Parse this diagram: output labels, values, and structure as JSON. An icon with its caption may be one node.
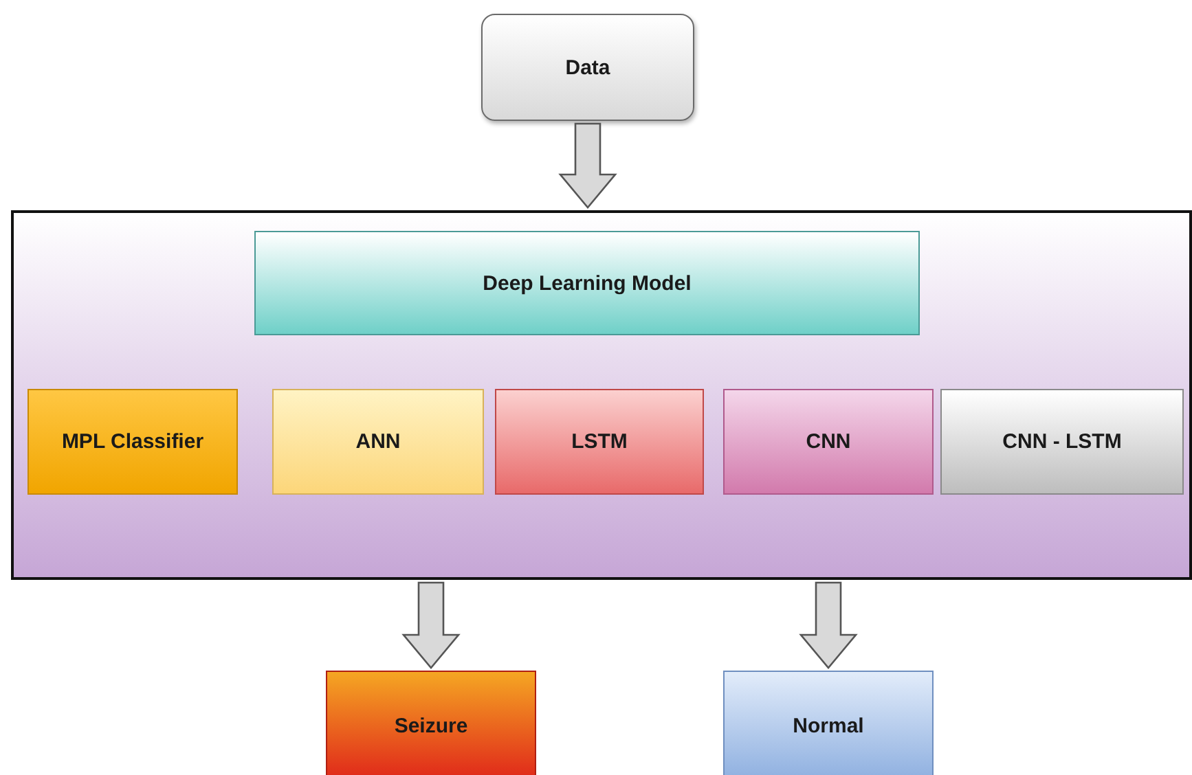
{
  "diagram": {
    "nodes": [
      {
        "text": [
          "Data"
        ]
      },
      {
        "text": [],
        "shape": "box"
      },
      {
        "text": [
          "Deep Learning Model"
        ],
        "in": 1
      },
      {
        "text": [
          "MPL Classifier"
        ],
        "in": 1
      },
      {
        "text": [
          "ANN"
        ],
        "in": 1
      },
      {
        "text": [
          "LSTM"
        ],
        "in": 1
      },
      {
        "text": [
          "CNN"
        ],
        "in": 1
      },
      {
        "text": [
          "CNN - LSTM"
        ],
        "in": 1
      },
      {
        "text": [
          "Seizure"
        ]
      },
      {
        "text": [
          "Normal"
        ]
      }
    ],
    "edges": [
      {
        "from": 0,
        "to": 1,
        "arrow": "to"
      },
      {
        "from": 1,
        "to": 8,
        "arrow": "to"
      },
      {
        "from": 1,
        "to": 9,
        "arrow": "to"
      }
    ]
  }
}
